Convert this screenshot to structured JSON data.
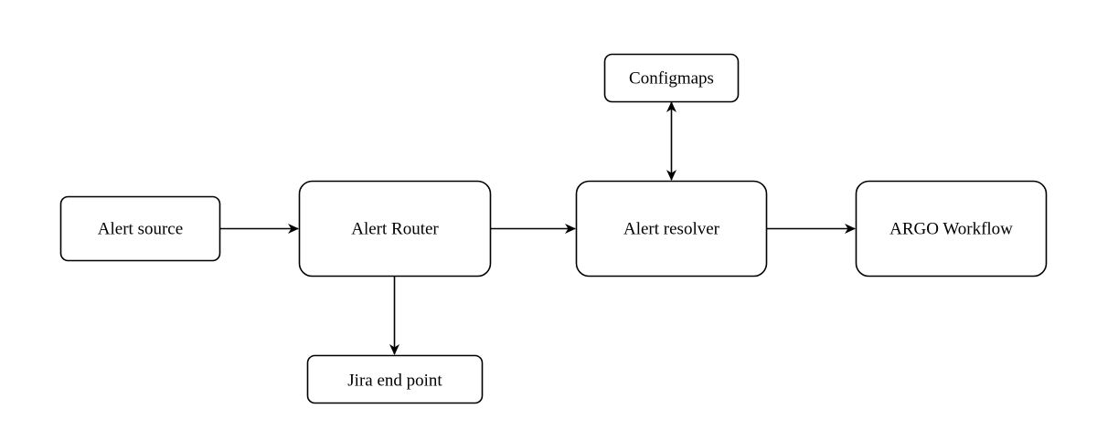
{
  "diagram": {
    "nodes": {
      "alert_source": "Alert source",
      "alert_router": "Alert Router",
      "alert_resolver": "Alert resolver",
      "argo_workflow": "ARGO Workflow",
      "configmaps": "Configmaps",
      "jira_end_point": "Jira end point"
    },
    "edges": [
      {
        "from": "alert_source",
        "to": "alert_router",
        "bidirectional": false
      },
      {
        "from": "alert_router",
        "to": "alert_resolver",
        "bidirectional": false
      },
      {
        "from": "alert_resolver",
        "to": "argo_workflow",
        "bidirectional": false
      },
      {
        "from": "alert_router",
        "to": "jira_end_point",
        "bidirectional": false
      },
      {
        "from": "alert_resolver",
        "to": "configmaps",
        "bidirectional": true
      }
    ],
    "colors": {
      "stroke": "#000000",
      "fill": "#ffffff",
      "background": "#ffffff"
    }
  }
}
